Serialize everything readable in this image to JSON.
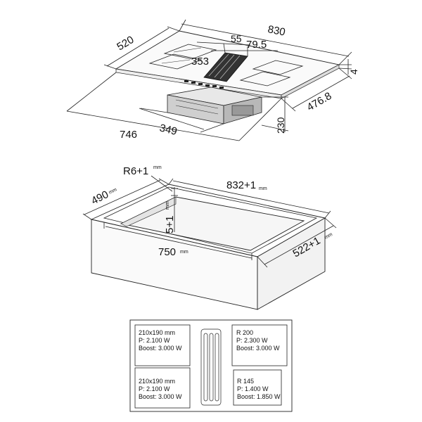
{
  "top_view": {
    "dim_width": "830",
    "dim_depth": "520",
    "dim_vent_offset": "55",
    "dim_vent_width": "79.5",
    "dim_zone_spacing": "353",
    "dim_thickness": "4",
    "dim_unit_depth": "476.8",
    "dim_unit_height": "230",
    "dim_unit_width": "349",
    "dim_total_width": "746"
  },
  "cutout_view": {
    "radius": "R6+1",
    "radius_unit": "mm",
    "width": "832+1",
    "width_unit": "mm",
    "depth_left": "490",
    "depth_left_unit": "mm",
    "recess": "5+1",
    "recess_unit": "mm",
    "inner_width": "750",
    "inner_width_unit": "mm",
    "depth_right": "522+1",
    "depth_right_unit": "mm"
  },
  "zones": {
    "top_left": {
      "size": "210x190 mm",
      "power": "P: 2.100 W",
      "boost": "Boost: 3.000 W"
    },
    "bottom_left": {
      "size": "210x190 mm",
      "power": "P: 2.100 W",
      "boost": "Boost: 3.000 W"
    },
    "top_right": {
      "size": "R 200",
      "power": "P: 2.300 W",
      "boost": "Boost: 3.000 W"
    },
    "bottom_right": {
      "size": "R 145",
      "power": "P: 1.400 W",
      "boost": "Boost: 1.850 W"
    }
  }
}
